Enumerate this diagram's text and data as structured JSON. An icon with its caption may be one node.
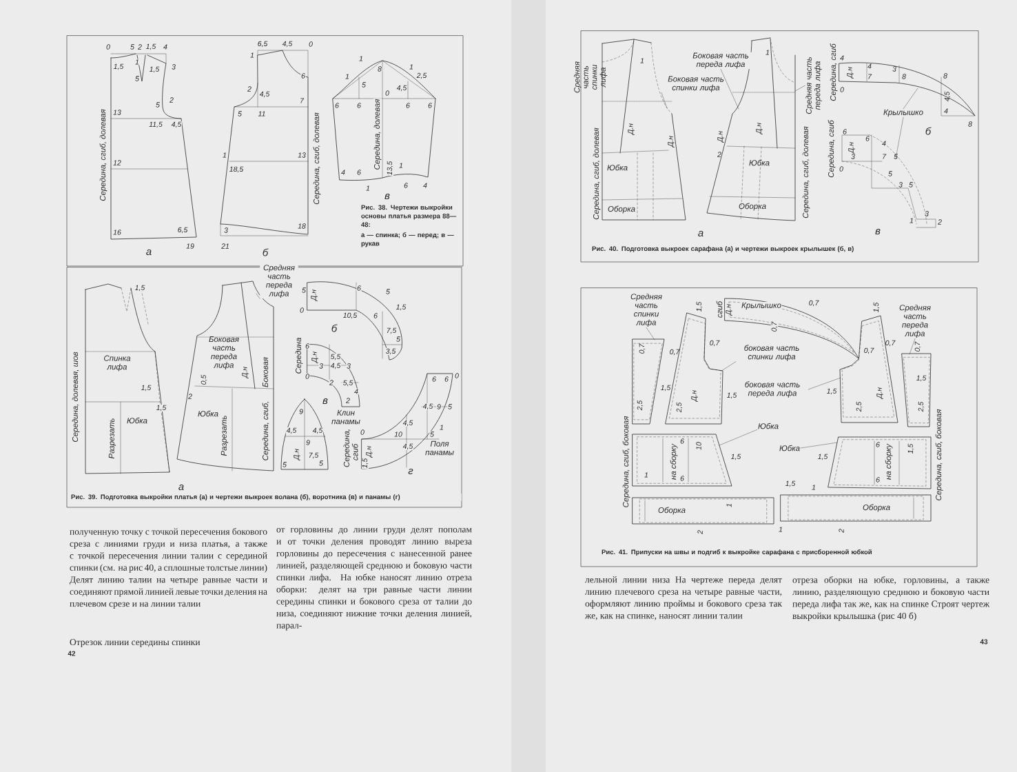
{
  "diagram": {
    "nodes": [
      {
        "text": [
          "Средняя часть переда лифа"
        ]
      },
      {
        "text": [],
        "shape": "picture"
      },
      {
        "text": [
          "Боковая часть переда лифа"
        ]
      },
      {
        "text": [
          "Боковая часть спинки лифа"
        ]
      },
      {
        "text": [
          "Средняя часть переда лифа"
        ]
      },
      {
        "text": [
          "Крылышко"
        ]
      },
      {
        "text": [],
        "shape": "picture"
      },
      {
        "text": [],
        "shape": "picture"
      },
      {
        "text": [],
        "shape": "picture"
      },
      {
        "text": [],
        "shape": "picture"
      },
      {
        "text": [
          "Средняя часть спинки лифа"
        ]
      },
      {
        "text": [
          "боковая часть спинки лифа"
        ]
      },
      {
        "text": [
          "боковая часть переда лифа"
        ]
      },
      {
        "text": [
          "Средняя часть переда лифа"
        ]
      },
      {
        "text": [
          "Юбка"
        ]
      },
      {
        "text": [
          "Юбка"
        ]
      },
      {
        "text": [],
        "shape": "picture"
      },
      {
        "text": [],
        "shape": "picture"
      },
      {
        "text": [],
        "shape": "picture"
      },
      {
        "text": [],
        "shape": "picture"
      },
      {
        "text": [],
        "shape": "picture"
      },
      {
        "text": [],
        "shape": "picture"
      }
    ],
    "edges": [
      {
        "from": 0,
        "to": 1,
        "arrow": "none"
      },
      {
        "from": 2,
        "to": 7,
        "arrow": "none"
      },
      {
        "from": 3,
        "to": 6,
        "arrow": "none"
      },
      {
        "from": 4,
        "to": 7,
        "arrow": "none"
      },
      {
        "from": 5,
        "to": 8,
        "arrow": "none"
      },
      {
        "from": 5,
        "to": 9,
        "arrow": "none"
      },
      {
        "from": 10,
        "to": 16,
        "arrow": "none"
      },
      {
        "from": 11,
        "to": 17,
        "arrow": "none"
      },
      {
        "from": 12,
        "to": 18,
        "arrow": "none"
      },
      {
        "from": 13,
        "to": 19,
        "arrow": "none"
      },
      {
        "from": 14,
        "to": 20,
        "arrow": "none"
      },
      {
        "from": 15,
        "to": 21,
        "arrow": "none"
      }
    ],
    "labels": [
      "0",
      "5",
      "2",
      "1,5",
      "4",
      "1,5",
      "1",
      "1,5",
      "3",
      "5",
      "5",
      "2",
      "13",
      "11,5",
      "4,5",
      "12",
      "16",
      "6,5",
      "19",
      "Середина, сгиб, долевая",
      "а",
      "6,5",
      "4,5",
      "0",
      "1",
      "6",
      "2",
      "4,5",
      "7",
      "5",
      "11",
      "1",
      "18,5",
      "13",
      "3",
      "21",
      "18",
      "Середина, сгиб, долевая",
      "б",
      "1",
      "1",
      "1",
      "5",
      "8",
      "0",
      "4,5",
      "2,5",
      "6",
      "6",
      "6",
      "6",
      "Середина, долевая",
      "13,5",
      "4",
      "6",
      "1",
      "1",
      "6",
      "4",
      "в",
      "Рис. 38. Чертежи выкройки основы платья размера 88—48:",
      "а — спинка; б — перед; в — рукав",
      "1,5",
      "Спинка лифа",
      "1,5",
      "1,5",
      "Юбка",
      "Разрезать",
      "Середина, долевая, шов",
      "а",
      "Боковая часть переда лифа",
      "0,5",
      "Д.н",
      "2",
      "Юбка",
      "Разрезать",
      "Боковая",
      "Середина, сгиб,",
      "5",
      "0",
      "Д.н",
      "6",
      "5",
      "1,5",
      "10,5",
      "6",
      "7,5",
      "5",
      "3,5",
      "б",
      "Середина",
      "6",
      "Д.н",
      "3",
      "5,5",
      "4,5",
      "3",
      "0",
      "2",
      "5,5",
      "4",
      "в",
      "2",
      "9",
      "4,5",
      "4,5",
      "9",
      "Д.н",
      "7,5",
      "5",
      "5",
      "Клин панамы",
      "6",
      "6",
      "0",
      "4,5",
      "9",
      "5",
      "4,5",
      "0",
      "10",
      "5",
      "1",
      "Поля панамы",
      "Середина, сгиб",
      "Д.н",
      "4,5",
      "1,5",
      "г",
      "Рис. 39. Подготовка выкройки платья (а) и чертежи выкроек волана (б), воротника (в) и панамы (г)",
      "Средняя часть спинки лифа",
      "1",
      "Д.н",
      "Юбка",
      "Оборка",
      "Середина, сгиб, долевая",
      "Д.н",
      "1",
      "Д.н",
      "2",
      "Д.н",
      "Юбка",
      "Оборка",
      "Середина, сгиб, долевая",
      "а",
      "Середина, сгиб",
      "4",
      "0",
      "Д.н",
      "4",
      "7",
      "3",
      "8",
      "8",
      "4,5",
      "4",
      "8",
      "б",
      "Середина, сгиб",
      "6",
      "Д.н",
      "6",
      "3",
      "4",
      "7",
      "5",
      "0",
      "5",
      "3",
      "5",
      "1",
      "3",
      "2",
      "в",
      "Рис. 40. Подготовка выкроек сарафана (а) и чертежи выкроек крылышек (б, в)",
      "0,7",
      "1,5",
      "2,5",
      "1,5",
      "0,7",
      "0,7",
      "Д.н",
      "2,5",
      "1,5",
      "сгиб",
      "Д.н",
      "Крылышко",
      "0,7",
      "0,7",
      "1,5",
      "0,7",
      "0,7",
      "0,7",
      "1,5",
      "1,5",
      "Д.н",
      "2,5",
      "2,5",
      "Середина, сгиб, боковая",
      "Середина, сгиб, боковая",
      "6",
      "на сборку",
      "6",
      "10",
      "1,5",
      "1",
      "1,5",
      "6",
      "на сборку",
      "6",
      "1,5",
      "Оборка",
      "1",
      "2",
      "1",
      "1,5",
      "1",
      "Оборка",
      "2",
      "Рис. 41. Припуски на швы и подгиб к выкройке сарафана с присборенной юбкой",
      "полученную точку с точкой пересечения бокового среза с линиями груди и низа платья, а также с точкой пересечения линии талии с серединой спинки (см. на рис 40, а сплошные толстые линии) Делят линию талии на четыре равные части и соединяют прямой линией левые точки деления на плечевом срезе и на линии талии",
      "Отрезок линии середины спинки",
      "от горловины до линии груди делят пополам и от точки деления проводят линию выреза горловины до пересечения с нанесенной ранее линией, разделяющей среднюю и боковую части спинки лифа. На юбке наносят линию отреза оборки: делят на три равные части линии середины спинки и бокового среза от талии до низа, соединяют нижние точки деления линией, парал-",
      "42",
      "лельной линии низа На чертеже переда делят линию плечевого среза на четыре равные части, оформляют линию проймы и бокового среза так же, как на спинке, наносят линии талии",
      "отреза оборки на юбке, горловины, а также линию, разделяющую среднюю и боковую части переда лифа так же, как на спинке Строят чертеж выкройки крылышка (рис 40 б)",
      "43"
    ]
  }
}
